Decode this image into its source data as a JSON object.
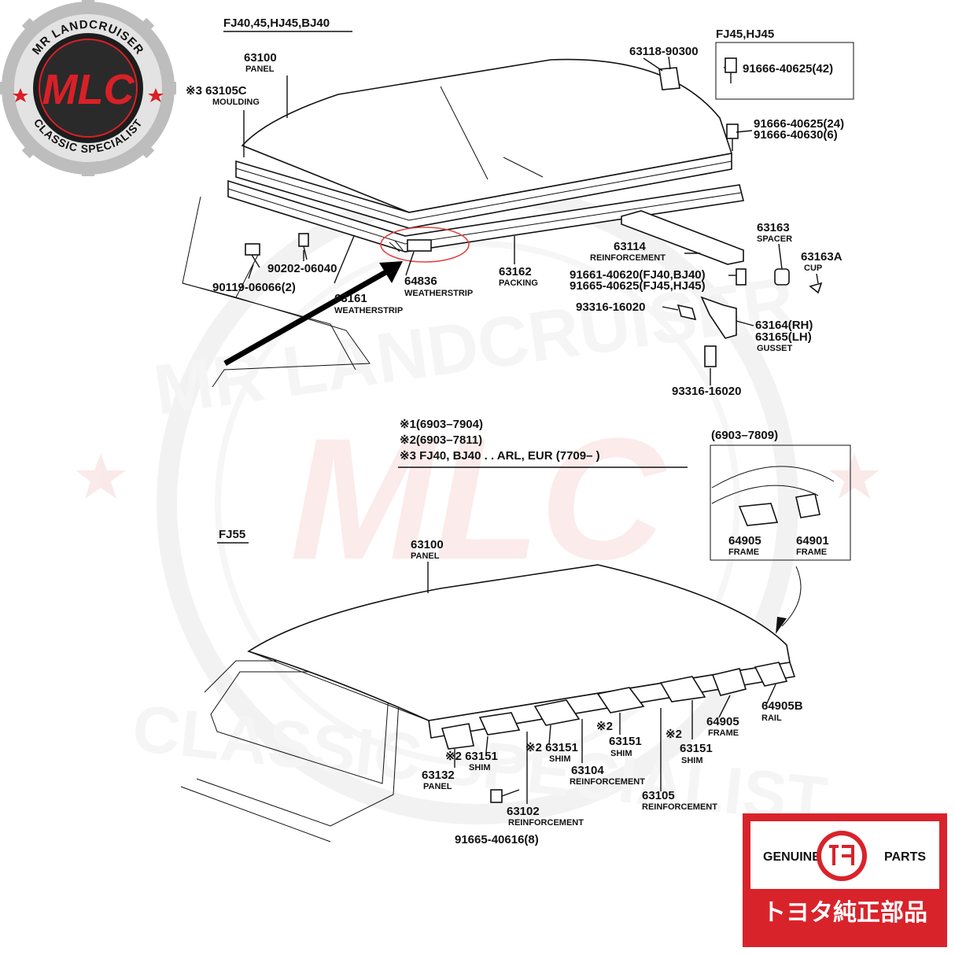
{
  "logo": {
    "ring_top": "MR LANDCRUISER",
    "ring_bottom": "CLASSIC SPECIALIST",
    "mark": "MLC",
    "colors": {
      "red": "#d92027",
      "dark": "#1d1d1d",
      "grey": "#bdbdbd"
    }
  },
  "watermark": {
    "top": "MR LANDCRUISER",
    "bottom": "CLASSIC SPECIALIST",
    "mark": "MLC"
  },
  "badge": {
    "left": "GENUINE",
    "right": "PARTS",
    "japanese": "トヨタ純正部品",
    "colors": {
      "red": "#d9232b",
      "white": "#ffffff"
    }
  },
  "headers": {
    "top": "FJ40,45,HJ45,BJ40",
    "inset_top": "FJ45,HJ45",
    "fj55": "FJ55",
    "inset_bottom": "(6903–7809)"
  },
  "notes": [
    "※1(6903–7904)",
    "※2(6903–7811)",
    "※3 FJ40, BJ40 . . ARL, EUR (7709–          )"
  ],
  "labels": {
    "l63100a": {
      "num": "63100",
      "name": "PANEL"
    },
    "l63105c": {
      "num": "※3 63105C",
      "name": "MOULDING"
    },
    "l63118": {
      "num": "63118-90300"
    },
    "l91666_42": {
      "num": "91666-40625(42)"
    },
    "l91666_24": {
      "num": "91666-40625(24)"
    },
    "l91666_6": {
      "num": "91666-40630(6)"
    },
    "l63163": {
      "num": "63163",
      "name": "SPACER"
    },
    "l63163a": {
      "num": "63163A",
      "name": "CUP"
    },
    "l63114": {
      "num": "63114",
      "name": "REINFORCEMENT"
    },
    "l91661": {
      "num": "91661-40620(FJ40,BJ40)"
    },
    "l91665": {
      "num": "91665-40625(FJ45,HJ45)"
    },
    "l63162": {
      "num": "63162",
      "name": "PACKING"
    },
    "l64836": {
      "num": "64836",
      "name": "WEATHERSTRIP"
    },
    "l63161": {
      "num": "63161",
      "name": "WEATHERSTRIP"
    },
    "l90202": {
      "num": "90202-06040"
    },
    "l90119": {
      "num": "90119-06066(2)"
    },
    "l93316a": {
      "num": "93316-16020"
    },
    "l63164": {
      "num": "63164(RH)"
    },
    "l63165": {
      "num": "63165(LH)",
      "name": "GUSSET"
    },
    "l93316b": {
      "num": "93316-16020"
    },
    "l64905a": {
      "num": "64905",
      "name": "FRAME"
    },
    "l64901": {
      "num": "64901",
      "name": "FRAME"
    },
    "l63100b": {
      "num": "63100",
      "name": "PANEL"
    },
    "l64905b": {
      "num": "64905",
      "name": "FRAME"
    },
    "l64905rail": {
      "num": "64905B",
      "name": "RAIL"
    },
    "l63132": {
      "num": "63132",
      "name": "PANEL"
    },
    "l63151a": {
      "num": "※2 63151",
      "name": "SHIM"
    },
    "l63151b": {
      "num": "※2 63151",
      "name": "SHIM"
    },
    "l63151c": {
      "num": "※2",
      "name2": "63151",
      "name": "SHIM"
    },
    "l63151d": {
      "num": "※2",
      "name2": "63151",
      "name": "SHIM"
    },
    "l63104": {
      "num": "63104",
      "name": "REINFORCEMENT"
    },
    "l63105": {
      "num": "63105",
      "name": "REINFORCEMENT"
    },
    "l63102": {
      "num": "63102",
      "name": "REINFORCEMENT"
    },
    "l91665b": {
      "num": "91665-40616(8)"
    }
  }
}
